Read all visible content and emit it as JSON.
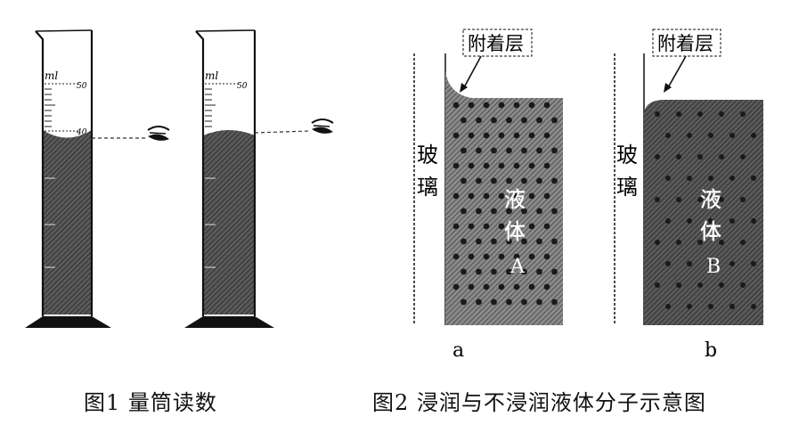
{
  "figure1": {
    "caption": "图1  量筒读数",
    "unit": "ml",
    "tick_upper": "50",
    "tick_lower": "40"
  },
  "figure2": {
    "caption": "图2  浸润与不浸润液体分子示意图",
    "adhesion_label": "附着层",
    "glass_label_1": "玻",
    "glass_label_2": "璃",
    "panel_a": {
      "label": "a",
      "liquid_1": "液",
      "liquid_2": "体",
      "liquid_3": "A"
    },
    "panel_b": {
      "label": "b",
      "liquid_1": "液",
      "liquid_2": "体",
      "liquid_3": "B"
    }
  }
}
